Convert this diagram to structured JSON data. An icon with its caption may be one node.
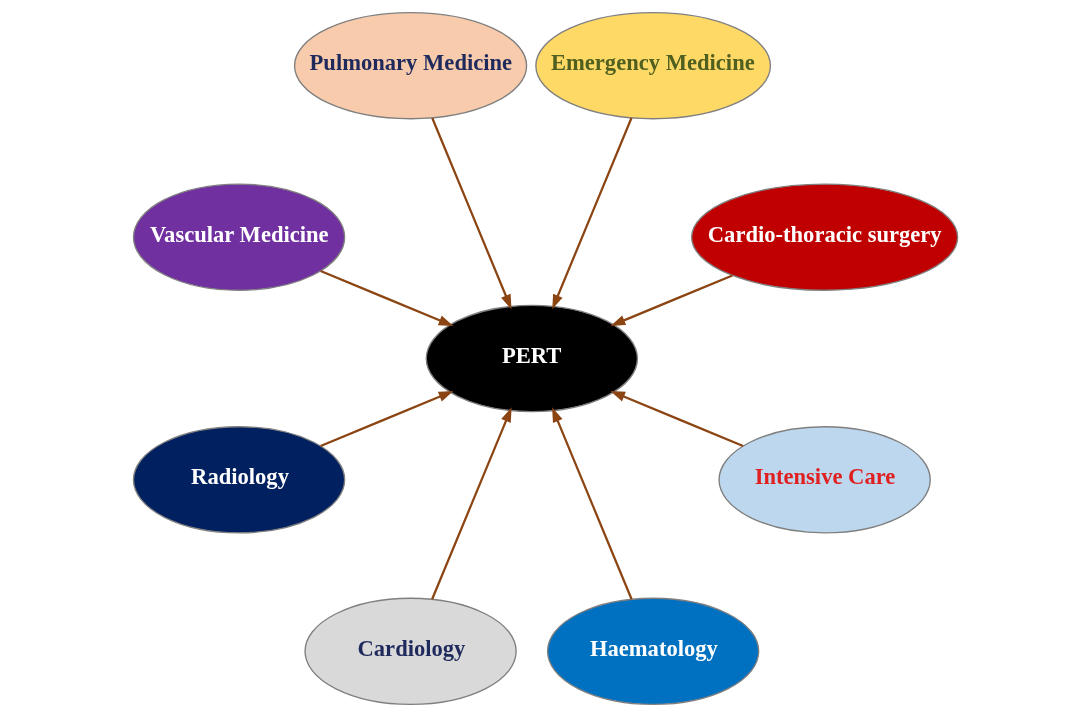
{
  "diagram": {
    "nodes": [
      {
        "text": [
          "Cardio-thoracic surgery"
        ]
      },
      {
        "text": [
          "Emergency Medicine"
        ]
      },
      {
        "text": [
          "Pulmonary Medicine"
        ]
      },
      {
        "text": [
          "Vascular Medicine"
        ]
      },
      {
        "text": [
          "PERT"
        ]
      },
      {
        "text": [
          "Radiology"
        ]
      },
      {
        "text": [
          "Cardiology"
        ]
      },
      {
        "text": [
          "Haematology"
        ]
      },
      {
        "text": [
          "Intensive Care"
        ]
      }
    ],
    "edges": [
      {
        "from": 0,
        "to": 4,
        "arrow": "to"
      },
      {
        "from": 2,
        "to": 4,
        "arrow": "to"
      },
      {
        "from": 5,
        "to": 4,
        "arrow": "to"
      },
      {
        "from": 8,
        "to": 4,
        "arrow": "to"
      },
      {
        "from": 7,
        "to": 4,
        "arrow": "to"
      },
      {
        "from": 6,
        "to": 4,
        "arrow": "to"
      },
      {
        "from": 3,
        "to": 4,
        "arrow": "to"
      },
      {
        "from": 1,
        "to": 4,
        "arrow": "to"
      }
    ]
  }
}
